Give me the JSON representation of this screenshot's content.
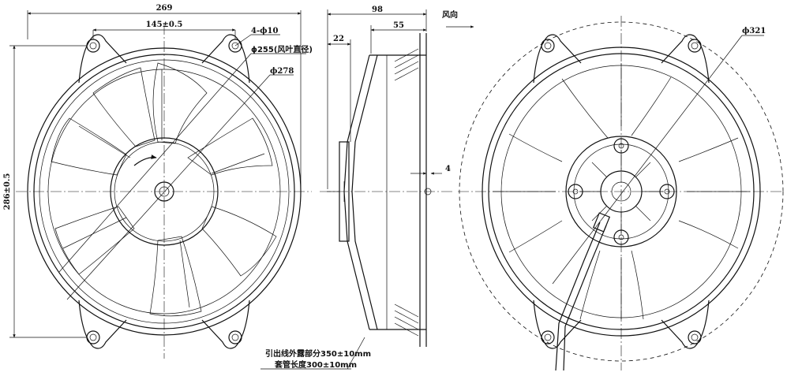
{
  "front_view": {
    "overall_width": "269",
    "hole_spacing": "145±0.5",
    "mounting_holes": "4-ϕ10",
    "blade_diameter": "ϕ255(风叶直径)",
    "ring_diameter": "ϕ278",
    "overall_height": "286±0.5"
  },
  "side_view": {
    "total_depth": "98",
    "motor_depth": "55",
    "hub_offset": "22",
    "shaft_protrusion": "4",
    "airflow_label": "风向"
  },
  "rear_view": {
    "swept_diameter": "ϕ321"
  },
  "wire_notes": {
    "exposed_lead": "引出线外露部分350±10mm",
    "sleeve_length": "套管长度300±10mm"
  }
}
